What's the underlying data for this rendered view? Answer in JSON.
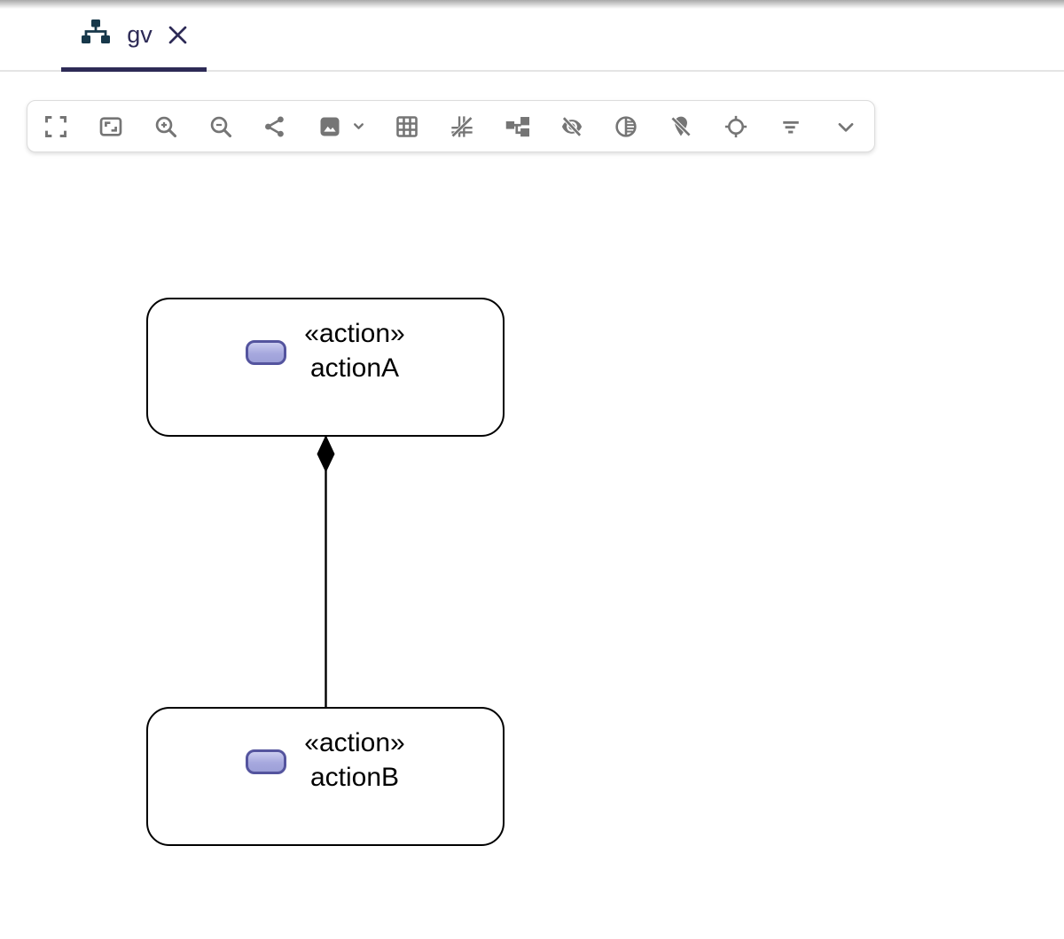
{
  "tab_bar": {
    "tab": {
      "label": "gv",
      "active": true,
      "icon": "tree-diagram-icon",
      "close_icon": "close-icon",
      "accent_color": "#2d2a56",
      "icon_color": "#17384a"
    }
  },
  "toolbar": {
    "icon_color": "#757575",
    "buttons": [
      {
        "name": "fullscreen",
        "icon": "fullscreen-icon"
      },
      {
        "name": "fit-to-screen",
        "icon": "fit-screen-icon"
      },
      {
        "name": "zoom-in",
        "icon": "zoom-in-icon"
      },
      {
        "name": "zoom-out",
        "icon": "zoom-out-icon"
      },
      {
        "name": "share",
        "icon": "share-icon"
      },
      {
        "name": "export-image",
        "icon": "image-icon",
        "has_dropdown": true
      },
      {
        "name": "toggle-grid",
        "icon": "grid-icon"
      },
      {
        "name": "toggle-edge-crossings",
        "icon": "crossings-off-icon"
      },
      {
        "name": "auto-layout",
        "icon": "layout-tree-icon"
      },
      {
        "name": "hide-elements",
        "icon": "eye-off-icon"
      },
      {
        "name": "contrast-mode",
        "icon": "contrast-icon"
      },
      {
        "name": "pin-off",
        "icon": "location-off-icon"
      },
      {
        "name": "center-diagram",
        "icon": "crosshair-icon"
      },
      {
        "name": "filter",
        "icon": "filter-icon"
      },
      {
        "name": "more-options",
        "icon": "chevron-down-icon"
      }
    ]
  },
  "diagram": {
    "nodes": [
      {
        "stereotype": "«action»",
        "name": "actionA"
      },
      {
        "stereotype": "«action»",
        "name": "actionB"
      }
    ],
    "edge": {
      "type": "composition",
      "from": "actionA",
      "to": "actionB",
      "diamond_at": "actionA"
    },
    "colors": {
      "node_border": "#000000",
      "node_fill": "#ffffff",
      "action_icon_fill": "#a6a8de",
      "action_icon_border": "#54549e"
    }
  }
}
